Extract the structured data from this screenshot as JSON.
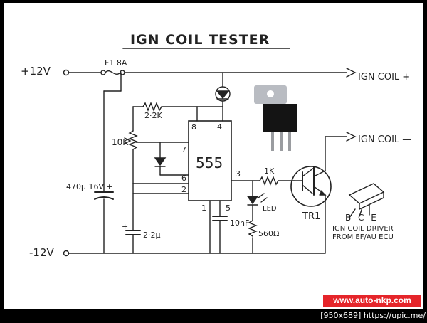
{
  "diagram": {
    "title": "IGN COIL TESTER",
    "supply_pos": "+12V",
    "supply_neg": "-12V",
    "fuse_label": "F1 8A",
    "ign_coil_pos_label": "IGN COIL +",
    "ign_coil_neg_label": "IGN COIL —",
    "ic_label": "555",
    "ic_pins": {
      "p8": "8",
      "p4": "4",
      "p7": "7",
      "p6": "6",
      "p3": "3",
      "p2": "2",
      "p1": "1",
      "p5": "5"
    },
    "r1_label": "2·2K",
    "pot_label": "10K",
    "cap_main_label": "470µ 16V",
    "cap_timing_label": "2·2µ",
    "cap_ctrl_label": "10nF",
    "r_base_label": "1K",
    "led_label": "LED",
    "r_led_label": "560Ω",
    "transistor_label": "TR1",
    "pin_labels": "B C E",
    "driver_note": "IGN COIL DRIVER FROM EF/AU ECU"
  },
  "footer": {
    "brand": "www.auto-nkp.com",
    "source": "[950x689] https://upic.me/"
  }
}
